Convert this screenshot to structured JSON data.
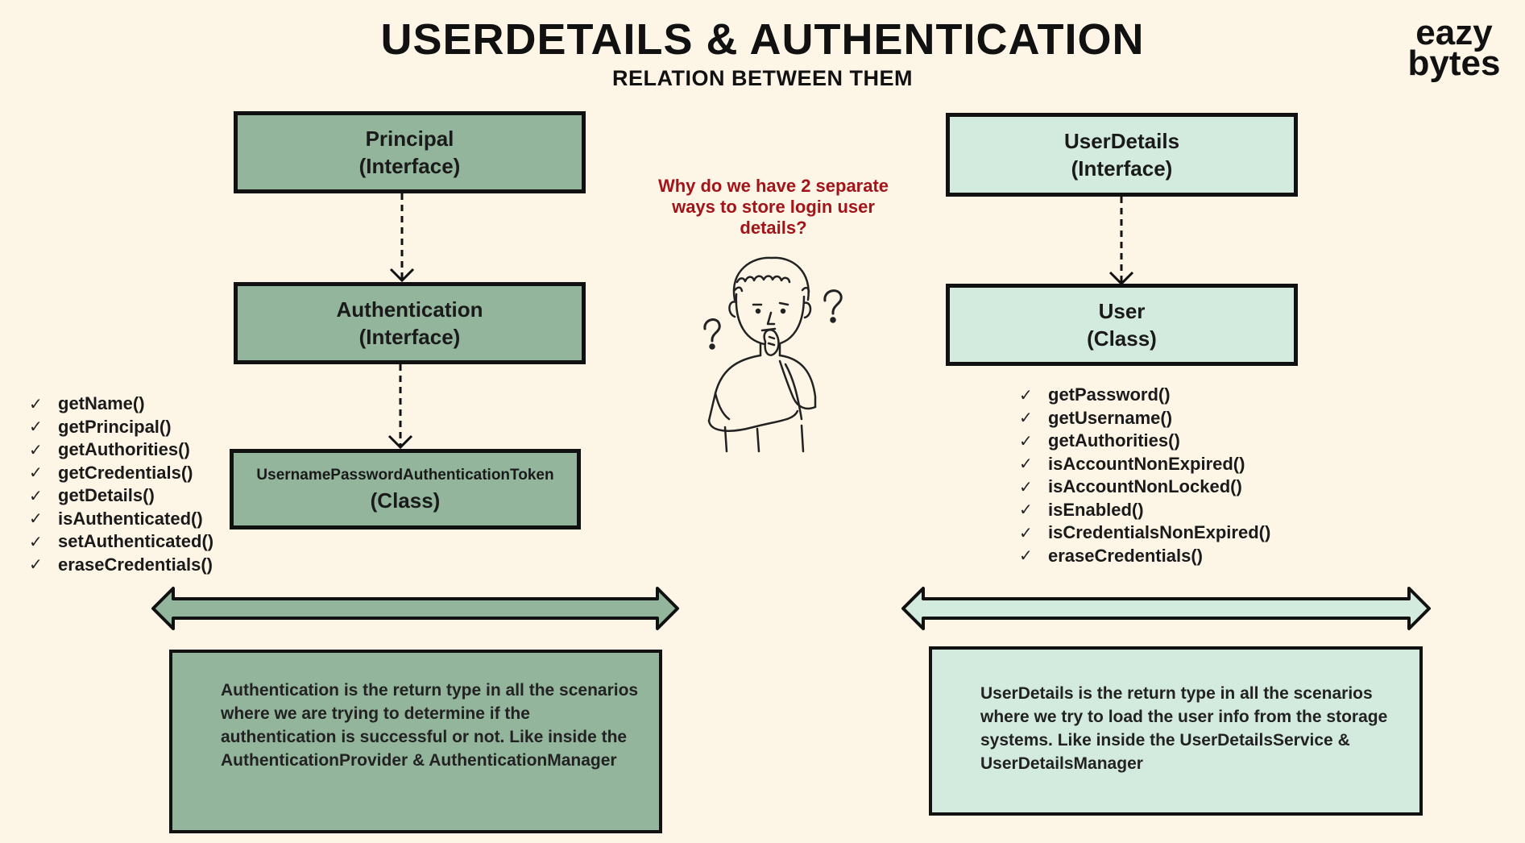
{
  "header": {
    "title": "USERDETAILS & AUTHENTICATION",
    "subtitle": "RELATION BETWEEN THEM",
    "logo_line1": "eazy",
    "logo_line2": "bytes"
  },
  "left": {
    "principal": {
      "name": "Principal",
      "type": "(Interface)"
    },
    "authentication": {
      "name": "Authentication",
      "type": "(Interface)"
    },
    "token": {
      "name": "UsernamePasswordAuthenticationToken",
      "type": "(Class)"
    },
    "methods": [
      "getName()",
      "getPrincipal()",
      "getAuthorities()",
      "getCredentials()",
      "getDetails()",
      "isAuthenticated()",
      "setAuthenticated()",
      "eraseCredentials()"
    ],
    "note": "Authentication is the return type in all the scenarios where we are trying to determine if the authentication is successful or not. Like inside the AuthenticationProvider & AuthenticationManager"
  },
  "right": {
    "userdetails": {
      "name": "UserDetails",
      "type": "(Interface)"
    },
    "user": {
      "name": "User",
      "type": "(Class)"
    },
    "methods": [
      "getPassword()",
      "getUsername()",
      "getAuthorities()",
      "isAccountNonExpired()",
      "isAccountNonLocked()",
      "isEnabled()",
      "isCredentialsNonExpired()",
      "eraseCredentials()"
    ],
    "note": "UserDetails is the return type in all the scenarios where we try to load the user info from the storage systems. Like inside the UserDetailsService & UserDetailsManager"
  },
  "center": {
    "question": "Why do we have 2 separate ways to store login user details?"
  },
  "colors": {
    "background": "#fdf5e6",
    "dark_green": "#93b59c",
    "light_green": "#d3ebde",
    "question_red": "#a3141a"
  },
  "icons": {
    "check": "✓"
  }
}
